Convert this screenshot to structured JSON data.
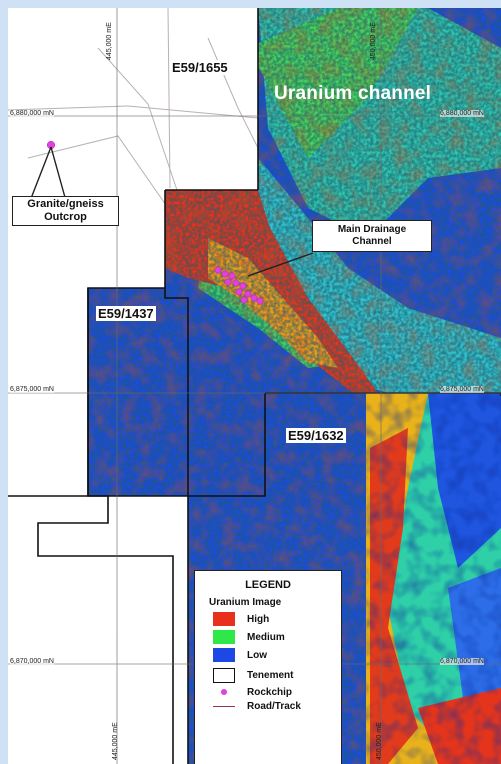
{
  "title": "Uranium channel",
  "grid_labels": {
    "east_top_left": "445,000 mE",
    "east_top_right": "450,000 mE",
    "east_bottom_left": "445,000 mE",
    "east_bottom_right": "450,000 mE",
    "north_6880_left": "6,880,000 mN",
    "north_6880_right": "6,880,000 mN",
    "north_6875_left": "6,875,000 mN",
    "north_6875_right": "6,875,000 mN",
    "north_6870_left": "6,870,000 mN",
    "north_6870_right": "6,870,000 mN"
  },
  "tenements": {
    "t1655": "E59/1655",
    "t1437": "E59/1437",
    "t1632": "E59/1632"
  },
  "callouts": {
    "outcrop_line1": "Granite/gneiss",
    "outcrop_line2": "Outcrop",
    "drainage_line1": "Main Drainage",
    "drainage_line2": "Channel"
  },
  "legend": {
    "title": "LEGEND",
    "subtitle": "Uranium Image",
    "items": [
      {
        "label": "High",
        "color": "#e8301c"
      },
      {
        "label": "Medium",
        "color": "#2ee84a"
      },
      {
        "label": "Low",
        "color": "#1d48e6"
      }
    ],
    "tenement_label": "Tenement",
    "rockchip_label": "Rockchip",
    "road_label": "Road/Track"
  },
  "colors": {
    "title": "#ffffff",
    "rockchip": "#e040e0",
    "road": "#9a3060",
    "tenement_line": "#111111"
  }
}
